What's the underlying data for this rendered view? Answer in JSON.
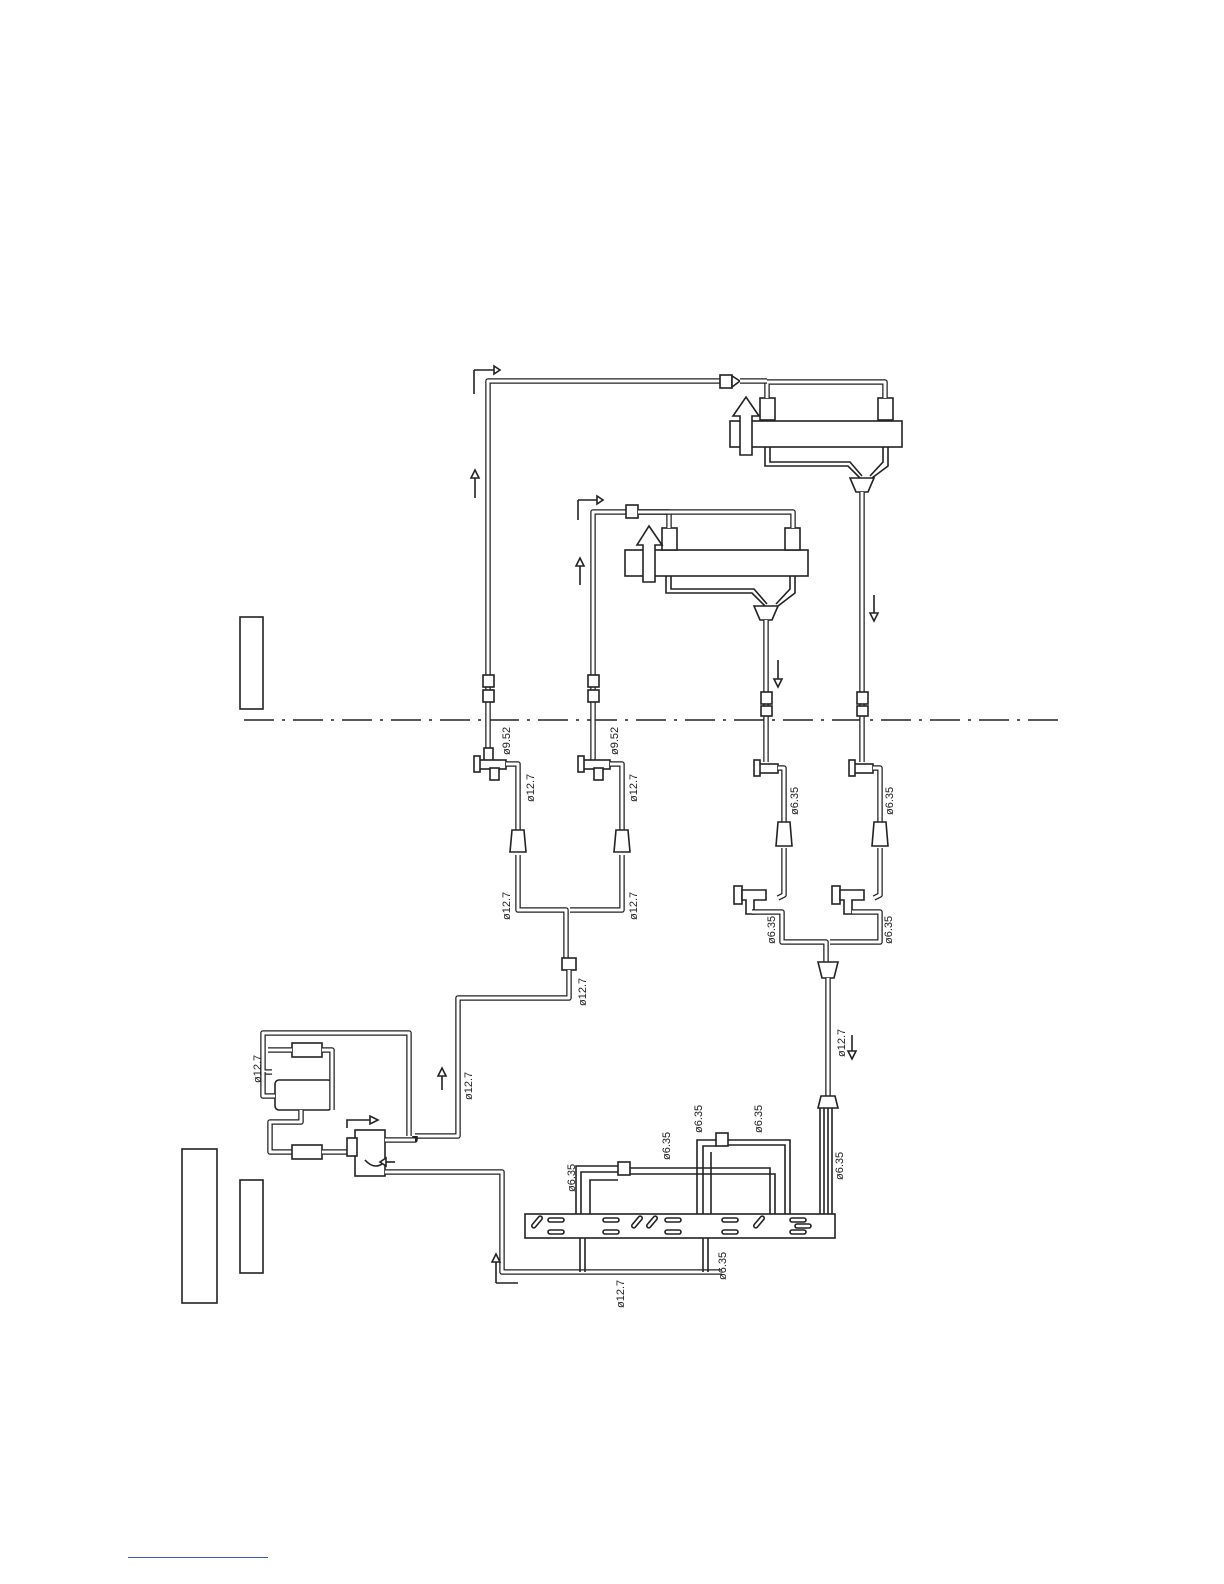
{
  "labels": {
    "l_952_a": "ø9.52",
    "l_952_b": "ø9.52",
    "l_127_a": "ø12.7",
    "l_127_b": "ø12.7",
    "l_127_c": "ø12.7",
    "l_127_d": "ø12.7",
    "l_127_e": "ø12.7",
    "l_127_f": "ø12.7",
    "l_127_g": "ø12.7",
    "l_127_h": "ø12.7",
    "l_127_i": "ø12.7",
    "l_635_a": "ø6.35",
    "l_635_b": "ø6.35",
    "l_635_c": "ø6.35",
    "l_635_d": "ø6.35",
    "l_635_e": "ø6.35",
    "l_635_f": "ø6.35",
    "l_635_g": "ø6.35",
    "l_635_h": "ø6.35",
    "l_635_i": "ø6.35"
  },
  "colors": {
    "line": "#222222",
    "footnote_rule": "#3b5bb5"
  }
}
